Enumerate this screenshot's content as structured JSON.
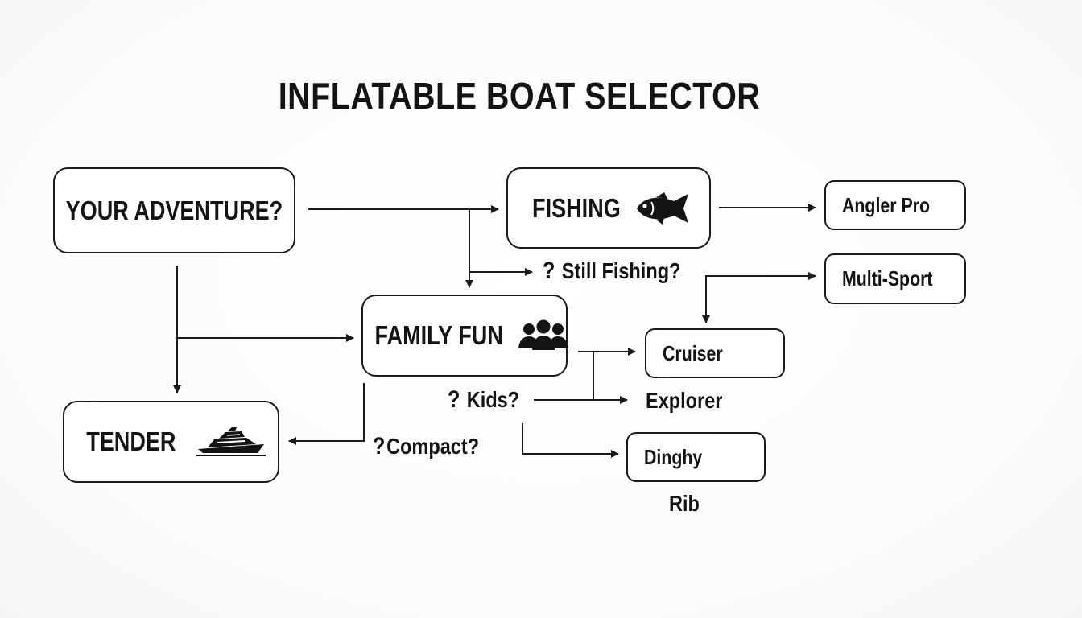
{
  "title": "INFLATABLE BOAT SELECTOR",
  "nodes": {
    "adventure": "YOUR ADVENTURE?",
    "fishing": "FISHING",
    "family": "FAMILY FUN",
    "tender": "TENDER",
    "angler": "Angler Pro",
    "multisport": "Multi-Sport",
    "cruiser": "Cruiser",
    "dinghy": "Dinghy"
  },
  "labels": {
    "still_fishing": "Still Fishing?",
    "kids": "Kids?",
    "compact": "Compact?",
    "explorer": "Explorer",
    "rib": "Rib",
    "question_mark": "?"
  },
  "icons": {
    "fishing": "fish-icon",
    "family": "people-icon",
    "tender": "yacht-icon"
  },
  "colors": {
    "ink": "#1a1a1a",
    "background": "#ffffff"
  }
}
